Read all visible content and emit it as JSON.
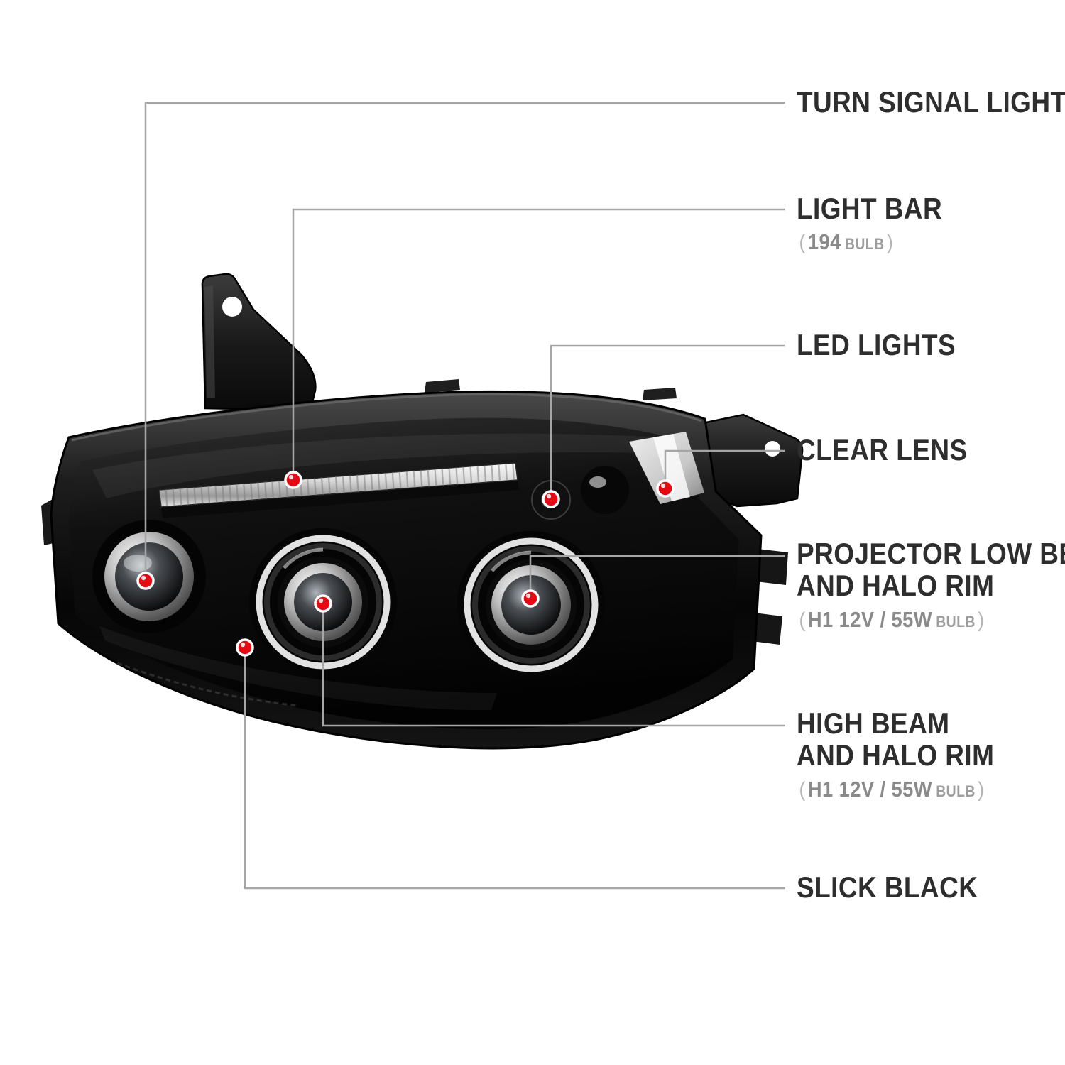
{
  "page": {
    "background": "#ffffff"
  },
  "colors": {
    "accent_red": "#e50914",
    "callout_line": "#a6a6a6",
    "label_text": "#2e2e2e",
    "sub_text": "#8a8a8a",
    "paren_text": "#b5b5b5"
  },
  "illustration": {
    "subject": "projector-headlight-annotated-diagram",
    "marker": "red-dot"
  },
  "callouts": {
    "turn_signal": {
      "line1": "TURN SIGNAL LIGHT"
    },
    "light_bar": {
      "line1": "LIGHT BAR",
      "sub_open": "(",
      "sub_value": "194",
      "sub_unit": "BULB",
      "sub_close": ")"
    },
    "led_lights": {
      "line1": "LED LIGHTS"
    },
    "clear_lens": {
      "line1": "CLEAR LENS"
    },
    "projector_low_beam": {
      "line1": "PROJECTOR LOW BEAM",
      "line2": "AND HALO RIM",
      "sub_open": "(",
      "sub_value": "H1 12V / 55W",
      "sub_unit": "BULB",
      "sub_close": ")"
    },
    "high_beam": {
      "line1": "HIGH BEAM",
      "line2": "AND HALO RIM",
      "sub_open": "(",
      "sub_value": "H1 12V / 55W",
      "sub_unit": "BULB",
      "sub_close": ")"
    },
    "slick_black": {
      "line1": "SLICK BLACK"
    }
  }
}
